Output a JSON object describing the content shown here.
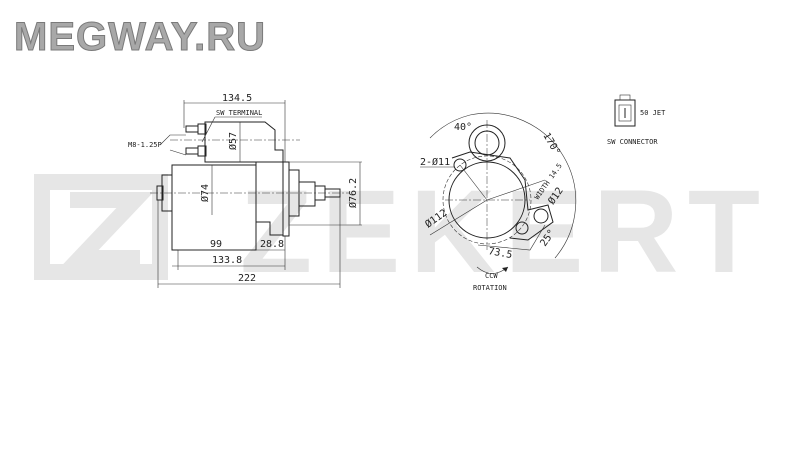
{
  "watermarks": {
    "site": "MEGWAY.RU",
    "brand": "ZEKERT"
  },
  "side_view": {
    "dim_overall_top": "134.5",
    "sw_terminal": "SW TERMINAL",
    "thread": "M8-1.25P",
    "dia_solenoid": "Ø57",
    "dia_body": "Ø74",
    "dia_flange": "Ø76.2",
    "dim_body": "99",
    "dim_front": "28.8",
    "dim_mid": "133.8",
    "dim_total": "222"
  },
  "end_view": {
    "angle_top": "40°",
    "angle_arc": "170°",
    "holes": "2-Ø11",
    "width": "WIDTH 14.5",
    "dia_hole": "Ø12",
    "dia_pilot": "Ø112",
    "dim_offset": "73.5",
    "angle_small": "25°",
    "rotation_dir": "CCW",
    "rotation_label": "ROTATION"
  },
  "connector": {
    "pin_label": "50 JET",
    "caption": "SW CONNECTOR"
  }
}
